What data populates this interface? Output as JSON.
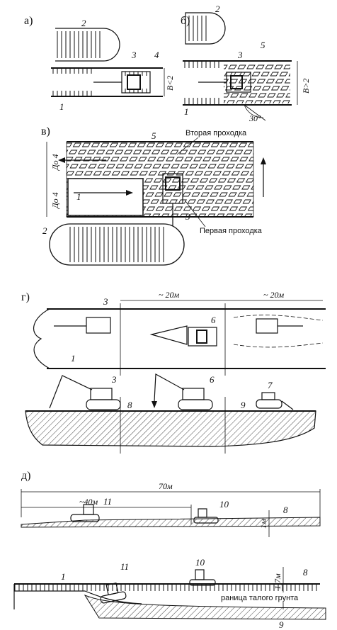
{
  "panels": {
    "a": "а)",
    "b": "б)",
    "v": "в)",
    "g": "г)",
    "d": "д)"
  },
  "labels": {
    "n1": "1",
    "n2": "2",
    "n3": "3",
    "n4": "4",
    "n5": "5",
    "n6": "6",
    "n7": "7",
    "n8": "8",
    "n9": "9",
    "n10": "10",
    "n11": "11"
  },
  "dims": {
    "a_width": "В<2",
    "b_width": "В>2",
    "b_angle": "30°",
    "v_do4_top": "До 4",
    "v_do4_bottom": "До 4",
    "g_20m_1": "~ 20м",
    "g_20m_2": "~ 20м",
    "d_70m": "70м",
    "d_40m": "~40м",
    "d_1m": "1м",
    "d_17m": "1,7м"
  },
  "captions": {
    "second_pass": "Вторая проходка",
    "first_pass": "Первая проходка",
    "thawed_boundary": "раница талого грунта"
  }
}
